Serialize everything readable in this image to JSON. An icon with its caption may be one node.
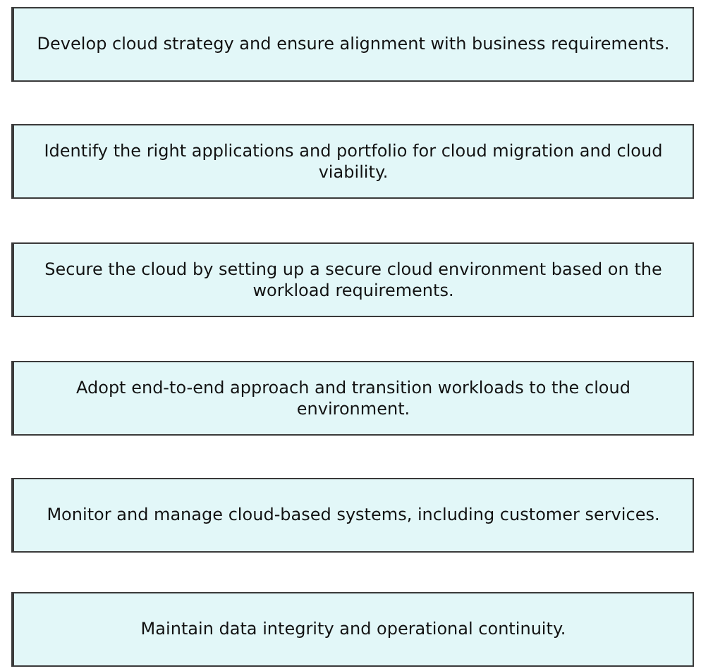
{
  "diagram": {
    "nodes": [
      {
        "text": [
          "Develop cloud strategy and ensure alignment with business requirements."
        ]
      },
      {
        "text": [
          "Identify the right applications and portfolio for cloud migration and cloud viability."
        ]
      },
      {
        "text": [
          "Secure the cloud by setting up a secure cloud environment based on the workload requirements."
        ]
      },
      {
        "text": [
          "Adopt end-to-end approach and transition workloads to the cloud environment."
        ]
      },
      {
        "text": [
          "Monitor and manage cloud-based systems, including customer services."
        ]
      },
      {
        "text": [
          "Maintain data integrity and operational continuity."
        ]
      }
    ]
  }
}
